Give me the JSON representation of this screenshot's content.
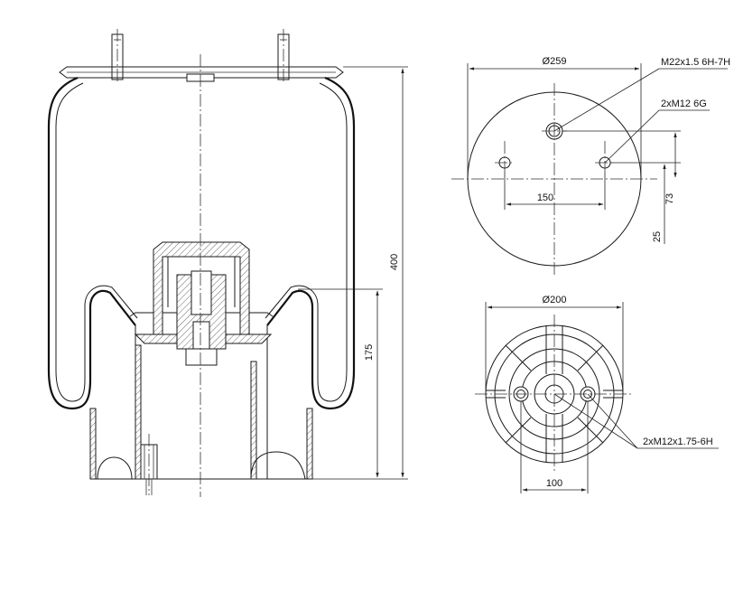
{
  "side_view": {
    "dim_height_total": "400",
    "dim_height_piston": "175"
  },
  "top_view": {
    "dim_diameter": "Ø259",
    "label_center_thread": "M22x1.5 6H-7H",
    "label_studs": "2xM12 6G",
    "dim_stud_spacing": "150",
    "dim_offset_73": "73",
    "dim_offset_25": "25"
  },
  "bottom_view": {
    "dim_diameter": "Ø200",
    "label_threads": "2xM12x1.75-6H",
    "dim_hole_spacing": "100"
  }
}
